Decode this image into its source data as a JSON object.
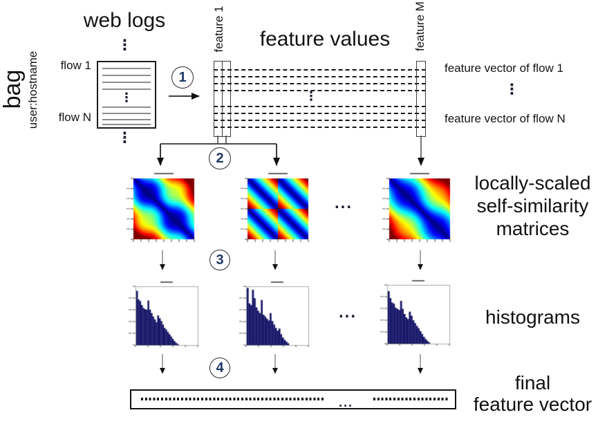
{
  "web_logs": {
    "title": "web logs",
    "bag_label": "bag",
    "bag_sublabel": "user:hostname",
    "flow_first": "flow 1",
    "flow_last": "flow N"
  },
  "feature_table": {
    "title": "feature values",
    "first_column": "feature 1",
    "last_column": "feature M",
    "first_row": "feature vector of flow 1",
    "last_row": "feature vector of flow N"
  },
  "steps": [
    {
      "number": "1"
    },
    {
      "number": "2"
    },
    {
      "number": "3"
    },
    {
      "number": "4"
    }
  ],
  "stage_labels": {
    "matrices": [
      "locally-scaled",
      "self-similarity",
      "matrices"
    ],
    "histograms": "histograms",
    "final": [
      "final",
      "feature vector"
    ]
  },
  "icons": {
    "vertical_ellipsis": "⋮",
    "horizontal_ellipsis": "..."
  },
  "colors": {
    "histogram_bar": "#1b1b78",
    "step_number": "#1f3864",
    "heatmap_colormap": "jet"
  },
  "chart_data": [
    {
      "id": "ssm-1",
      "type": "heatmap",
      "name": "locally-scaled self-similarity matrix (feature 1)",
      "colormap": "jet",
      "pattern": "wavy-diagonal",
      "size": 44,
      "wave_amp": 2.2,
      "wave_freq": 0.32,
      "scale": 1.25
    },
    {
      "id": "ssm-2",
      "type": "heatmap",
      "name": "locally-scaled self-similarity matrix (feature 2)",
      "colormap": "jet",
      "pattern": "periodic",
      "periods": 2,
      "size": 44,
      "scale": 1.12
    },
    {
      "id": "ssm-3",
      "type": "heatmap",
      "name": "locally-scaled self-similarity matrix (feature M)",
      "colormap": "jet",
      "pattern": "wavy-diagonal",
      "size": 44,
      "wave_amp": 1.7,
      "wave_freq": 0.27,
      "scale": 1.25
    },
    {
      "id": "hist-1",
      "type": "bar",
      "name": "histogram (feature 1)",
      "values": [
        0.95,
        0.8,
        0.77,
        0.7,
        0.65,
        0.63,
        0.62,
        0.78,
        0.62,
        0.56,
        0.5,
        0.45,
        0.4,
        0.52,
        0.47,
        0.42,
        0.36,
        0.3,
        0.27,
        0.23,
        0.19,
        0.15,
        0.11,
        0.07,
        0.04,
        0.02
      ]
    },
    {
      "id": "hist-2",
      "type": "bar",
      "name": "histogram (feature 2)",
      "values": [
        1.0,
        0.73,
        0.7,
        0.97,
        0.82,
        0.66,
        0.6,
        0.56,
        0.79,
        0.53,
        0.5,
        0.46,
        0.43,
        0.56,
        0.42,
        0.36,
        0.3,
        0.25,
        0.29,
        0.19,
        0.13,
        0.09,
        0.06,
        0.03
      ]
    },
    {
      "id": "hist-3",
      "type": "bar",
      "name": "histogram (feature M)",
      "values": [
        0.92,
        0.8,
        0.72,
        0.7,
        0.63,
        0.61,
        0.59,
        0.75,
        0.61,
        0.52,
        0.46,
        0.43,
        0.56,
        0.49,
        0.41,
        0.36,
        0.31,
        0.27,
        0.22,
        0.17,
        0.12,
        0.08,
        0.05,
        0.02
      ]
    }
  ]
}
